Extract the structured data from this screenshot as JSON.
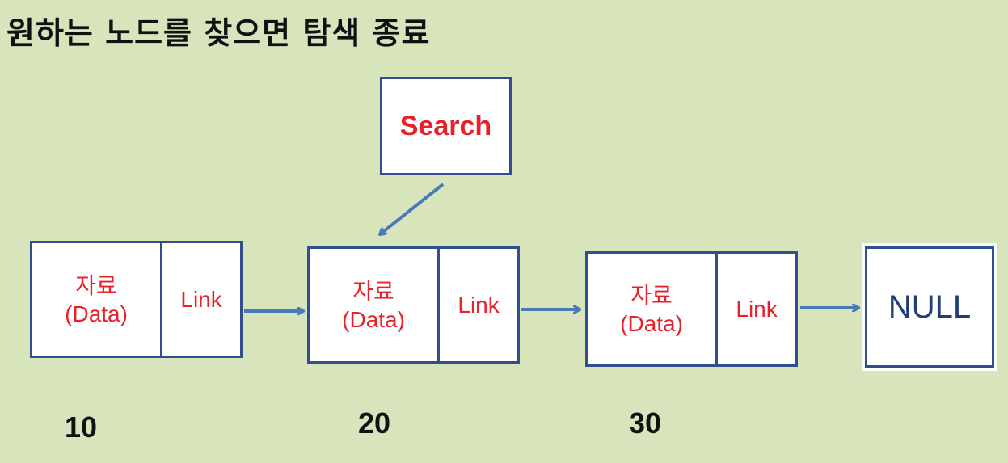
{
  "title": "원하는 노드를 찾으면 탐색 종료",
  "search": {
    "label": "Search"
  },
  "nodes": [
    {
      "data_label": "자료",
      "data_sub": "(Data)",
      "link_label": "Link",
      "value": "10"
    },
    {
      "data_label": "자료",
      "data_sub": "(Data)",
      "link_label": "Link",
      "value": "20"
    },
    {
      "data_label": "자료",
      "data_sub": "(Data)",
      "link_label": "Link",
      "value": "30"
    }
  ],
  "terminal": {
    "label": "NULL"
  },
  "colors": {
    "background": "#d8e4bc",
    "border": "#2f4f8f",
    "label_red": "#e8202a",
    "arrow": "#4a7ab8"
  }
}
